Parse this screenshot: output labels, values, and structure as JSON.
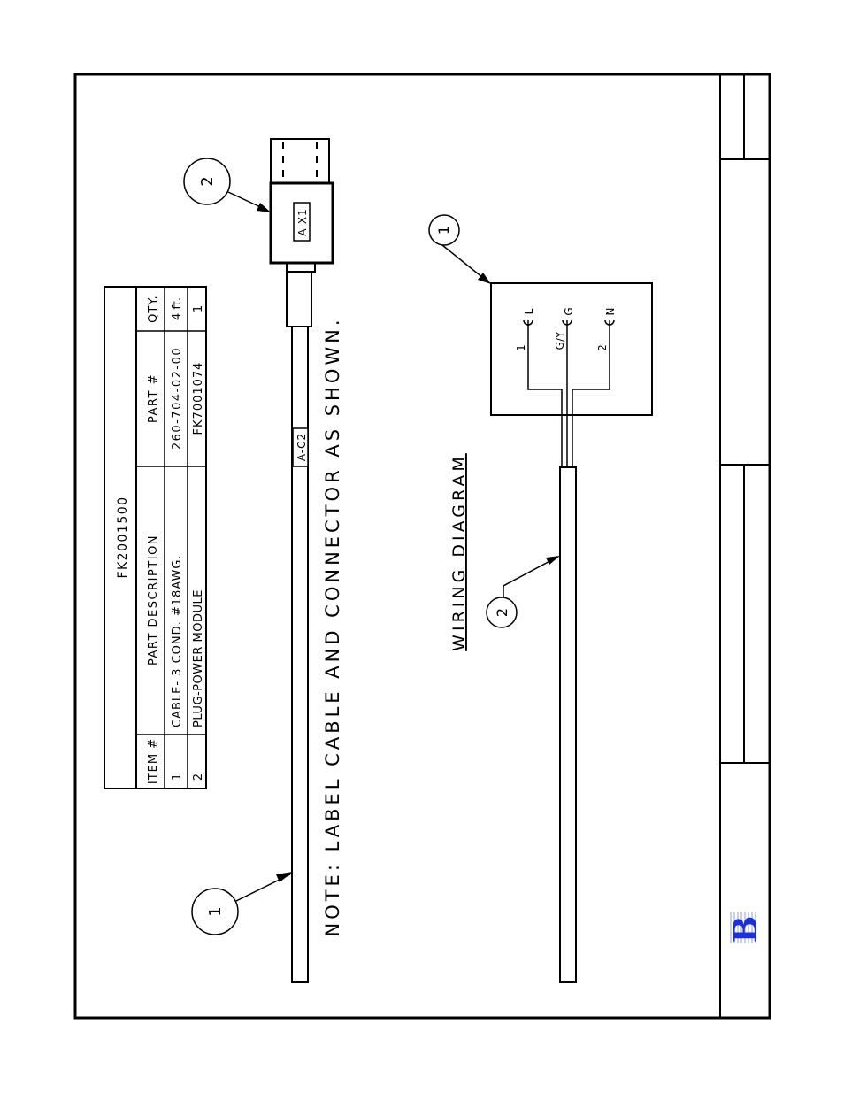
{
  "bom": {
    "title": "FK2001500",
    "headers": {
      "item": "ITEM #",
      "description": "PART DESCRIPTION",
      "part": "PART #",
      "qty": "QTY."
    },
    "rows": [
      {
        "item": "1",
        "description": "CABLE- 3 COND. #18AWG.",
        "part": "260-704-02-00",
        "qty": "4 ft."
      },
      {
        "item": "2",
        "description": "PLUG-POWER MODULE",
        "part": "FK7001074",
        "qty": "1"
      }
    ]
  },
  "note": "NOTE: LABEL CABLE AND CONNECTOR AS SHOWN.",
  "wiring_title": "WIRING DIAGRAM",
  "labels": {
    "connector": "A-X1",
    "cable": "A-C2"
  },
  "callouts": {
    "cable": "1",
    "plug": "2",
    "wiring_module": "1",
    "wiring_cable": "2"
  },
  "terminals": [
    {
      "wire": "1",
      "terminal": "L"
    },
    {
      "wire": "G/Y",
      "terminal": "G"
    },
    {
      "wire": "2",
      "terminal": "N"
    }
  ],
  "colors": {
    "logo": "#1d2fd6"
  }
}
